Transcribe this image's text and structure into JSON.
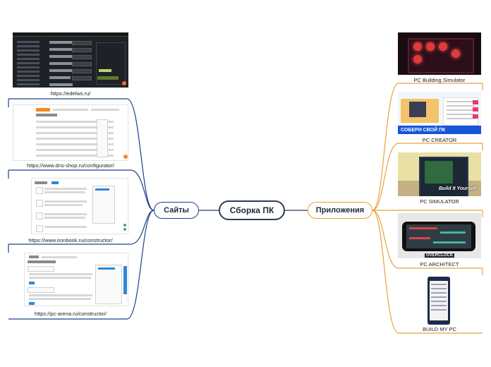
{
  "center": {
    "label": "Сборка ПК"
  },
  "left_branch": {
    "label": "Сайты",
    "items": [
      {
        "caption": "https://edelws.ru/"
      },
      {
        "caption": "https://www.dns-shop.ru/configurator/"
      },
      {
        "caption": "https://www.ironbook.ru/constructor/"
      },
      {
        "caption": "https://pc-arena.ru/constructor/"
      }
    ]
  },
  "right_branch": {
    "label": "Приложения",
    "items": [
      {
        "caption": "PC Building Simulator"
      },
      {
        "caption": "PC CREATOR",
        "banner_text": "СОБЕРИ СВОЙ ПК"
      },
      {
        "caption": "PC SIMULATOR",
        "image_text": "Build It Yourself"
      },
      {
        "caption": "PC ARCHITECT",
        "image_text": "OVERCLOCK"
      },
      {
        "caption": "BUILD MY PC"
      }
    ]
  },
  "colors": {
    "center": "#2c3e57",
    "sites": "#1f3d8f",
    "apps": "#e8a13a"
  }
}
